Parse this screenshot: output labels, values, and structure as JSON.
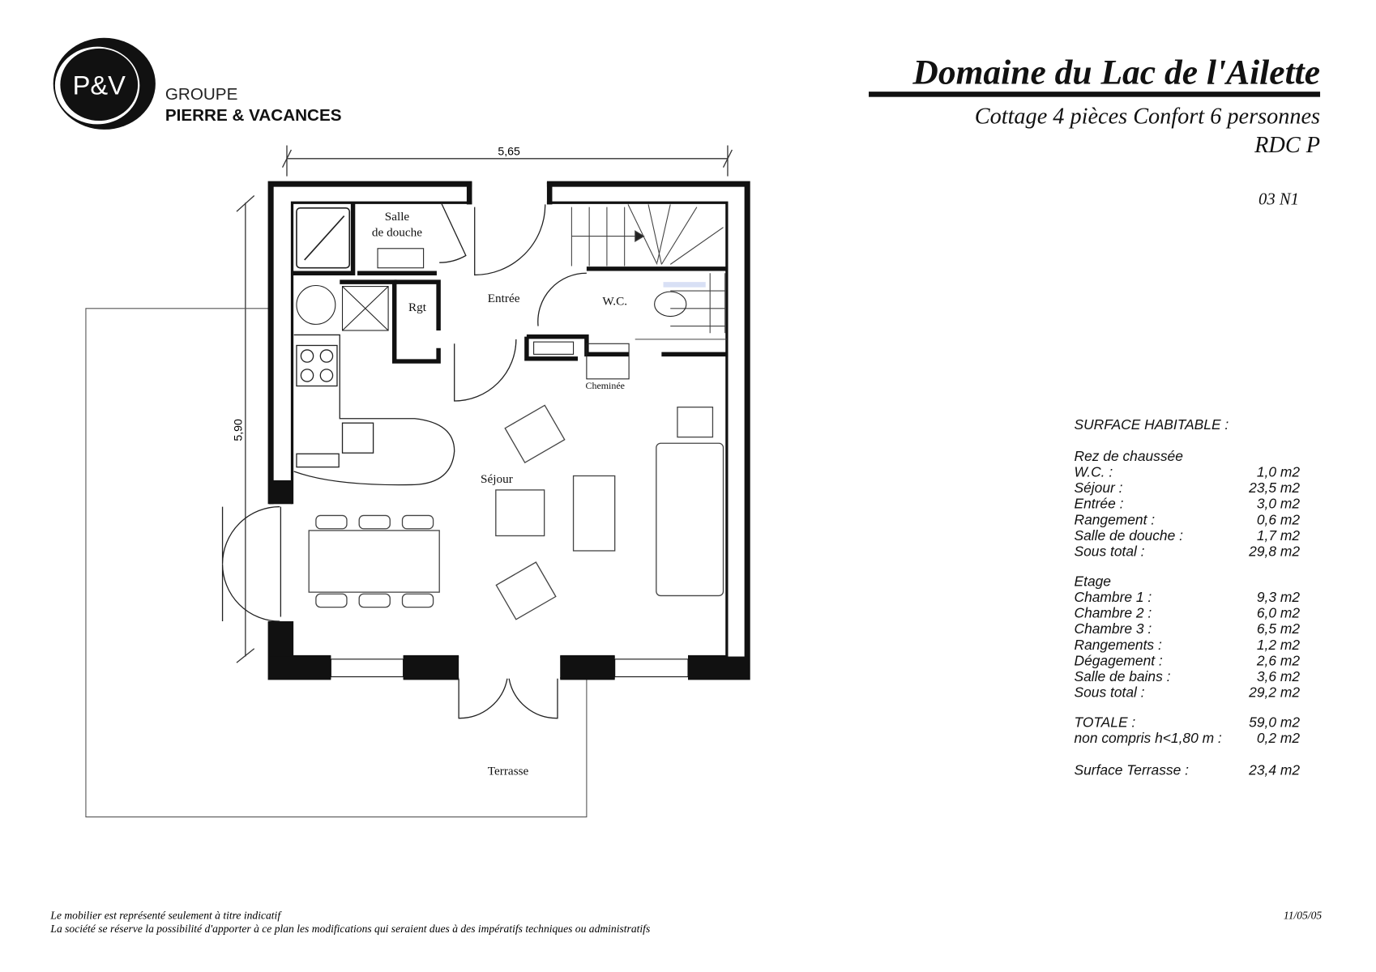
{
  "logo": {
    "mark": "P&V",
    "line1": "GROUPE",
    "line2": "PIERRE & VACANCES"
  },
  "header": {
    "title": "Domaine du Lac de l'Ailette",
    "subtitle": "Cottage 4 pièces Confort 6 personnes",
    "level": "RDC  P",
    "reference": "03 N1"
  },
  "plan": {
    "dim_width": "5,65",
    "dim_height": "5,90",
    "rooms": {
      "salle_de_douche_1": "Salle",
      "salle_de_douche_2": "de douche",
      "rgt": "Rgt",
      "entree": "Entrée",
      "wc": "W.C.",
      "cheminee": "Cheminée",
      "sejour": "Séjour",
      "terrasse": "Terrasse"
    }
  },
  "surface": {
    "title": "SURFACE HABITABLE :",
    "rdc_title": "Rez de chaussée",
    "rdc": [
      {
        "label": "W.C. :",
        "value": "1,0 m2"
      },
      {
        "label": "Séjour :",
        "value": "23,5 m2"
      },
      {
        "label": "Entrée :",
        "value": "3,0 m2"
      },
      {
        "label": "Rangement :",
        "value": "0,6 m2"
      },
      {
        "label": "Salle de douche :",
        "value": "1,7 m2"
      },
      {
        "label": "Sous total :",
        "value": "29,8 m2"
      }
    ],
    "etage_title": "Etage",
    "etage": [
      {
        "label": "Chambre 1 :",
        "value": "9,3 m2"
      },
      {
        "label": "Chambre 2 :",
        "value": "6,0 m2"
      },
      {
        "label": "Chambre 3 :",
        "value": "6,5 m2"
      },
      {
        "label": "Rangements :",
        "value": "1,2 m2"
      },
      {
        "label": "Dégagement :",
        "value": "2,6 m2"
      },
      {
        "label": "Salle de bains :",
        "value": "3,6 m2"
      },
      {
        "label": "Sous total :",
        "value": "29,2 m2"
      }
    ],
    "totals": [
      {
        "label": "TOTALE :",
        "value": "59,0 m2"
      },
      {
        "label": "non compris h<1,80 m :",
        "value": "0,2 m2"
      }
    ],
    "terrasse": {
      "label": "Surface Terrasse :",
      "value": "23,4 m2"
    }
  },
  "footer": {
    "note1": "Le mobilier est représenté seulement à titre indicatif",
    "note2": "La société se réserve la possibilité d'apporter à ce plan les modifications qui seraient dues à des impératifs techniques ou administratifs",
    "date": "11/05/05"
  }
}
